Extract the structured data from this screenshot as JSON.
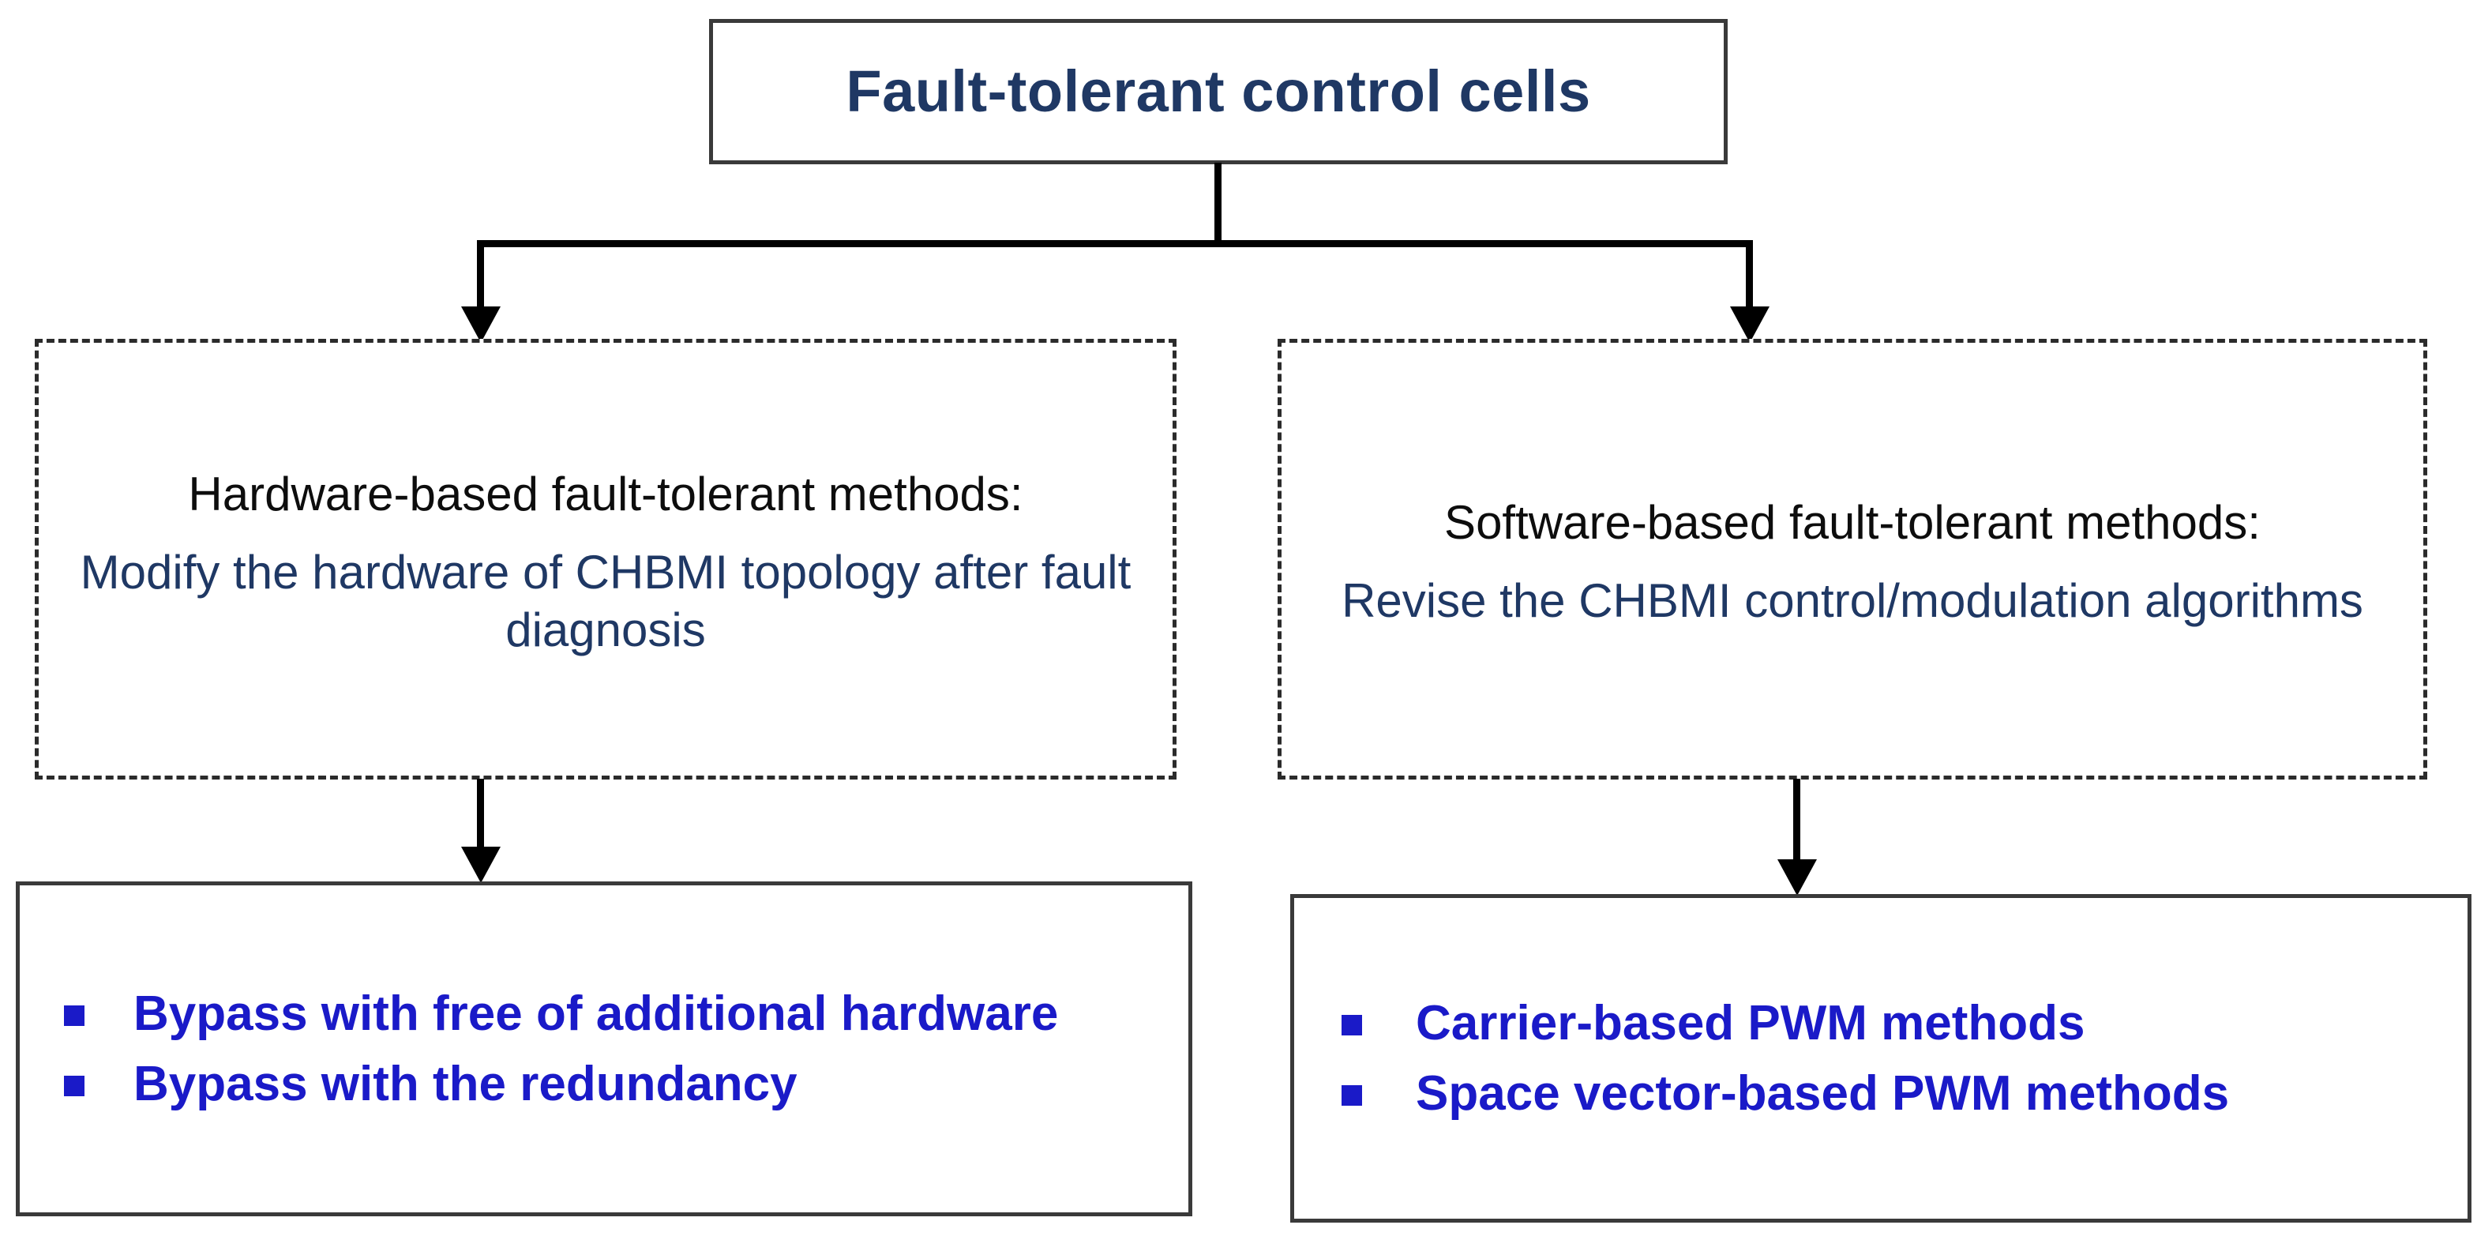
{
  "diagram": {
    "title": "Fault-tolerant control cells",
    "colors": {
      "root_text": "#1f3864",
      "heading_text": "#0d0d0d",
      "body_text": "#1f3864",
      "bullet_text": "#1a1ac8",
      "bullet_marker": "#1a1ac8",
      "connector": "#000000",
      "solid_border": "#3a3a3a",
      "dashed_border": "#2b2b2b",
      "background": "#ffffff"
    },
    "root": {
      "label": "Fault-tolerant control cells"
    },
    "branches": [
      {
        "id": "hardware",
        "heading": "Hardware-based fault-tolerant methods:",
        "body": "Modify the hardware of CHBMI topology after fault diagnosis",
        "methods": [
          "Bypass with free of additional hardware",
          "Bypass with the redundancy"
        ]
      },
      {
        "id": "software",
        "heading": "Software-based fault-tolerant methods:",
        "body": "Revise the CHBMI control/modulation algorithms",
        "methods": [
          "Carrier-based PWM methods",
          "Space vector-based PWM methods"
        ]
      }
    ]
  }
}
